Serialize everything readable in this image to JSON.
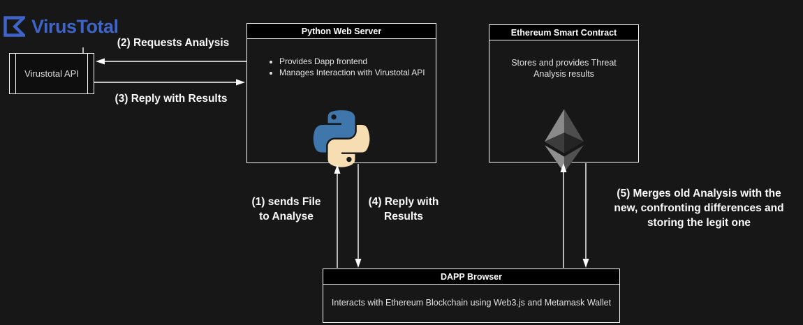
{
  "brand": {
    "name": "VirusTotal",
    "logo_icon": "virustotal-sigma-icon",
    "color": "#3E63C9"
  },
  "colors": {
    "background": "#171717",
    "node_border": "#FFFFFF",
    "node_header_bg": "#000000",
    "label_text": "#FFFFFF",
    "brand_blue": "#3E63C9",
    "python_blue": "#3F76AB",
    "python_cream": "#F6DDB2",
    "ethereum_grays": [
      "#8A8A8A",
      "#4E4E4E",
      "#3C3C3C",
      "#242424",
      "#8F8F8F",
      "#515151"
    ]
  },
  "nodes": {
    "virustotal_api": {
      "label": "Virustotal API"
    },
    "python_web_server": {
      "title": "Python Web Server",
      "bullets": [
        "Provides Dapp frontend",
        "Manages Interaction with Virustotal API"
      ],
      "icon": "python-logo-icon"
    },
    "ethereum_smart_contract": {
      "title": "Ethereum Smart Contract",
      "description": "Stores and provides Threat Analysis results",
      "icon": "ethereum-logo-icon"
    },
    "dapp_browser": {
      "title": "DAPP Browser",
      "description": "Interacts with Ethereum Blockchain using Web3.js and Metamask Wallet"
    }
  },
  "edges": {
    "requests_analysis": {
      "label": "(2) Requests Analysis",
      "direction": "python_web_server to virustotal_api"
    },
    "reply_with_results_api": {
      "label": "(3) Reply with Results",
      "direction": "virustotal_api to python_web_server"
    },
    "sends_file": {
      "lines": [
        "(1) sends File",
        "to Analyse"
      ],
      "direction": "dapp_browser to python_web_server"
    },
    "reply_with_results_dapp": {
      "lines": [
        "(4) Reply with",
        "Results"
      ],
      "direction": "python_web_server to dapp_browser"
    },
    "merges_analysis": {
      "lines": [
        "(5) Merges old Analysis with the",
        "new, confronting differences and",
        "storing the legit one"
      ],
      "direction": "dapp_browser to ethereum_smart_contract"
    }
  }
}
